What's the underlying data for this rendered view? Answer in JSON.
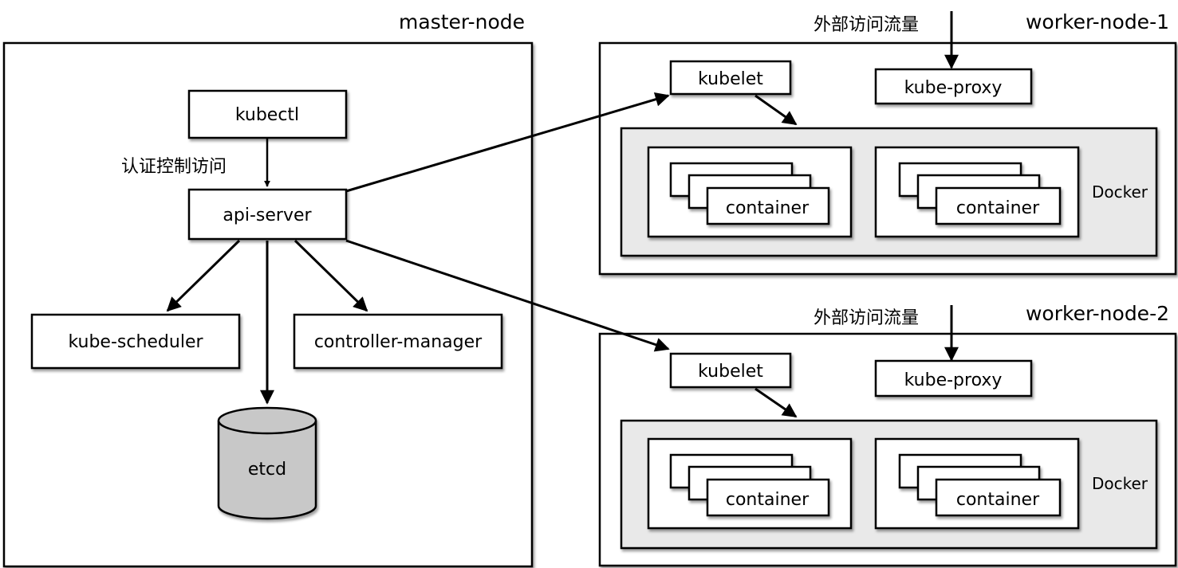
{
  "master": {
    "title": "master-node",
    "kubectl": "kubectl",
    "auth_label": "认证控制访问",
    "api_server": "api-server",
    "scheduler": "kube-scheduler",
    "controller": "controller-manager",
    "etcd": "etcd"
  },
  "workers": [
    {
      "title": "worker-node-1",
      "kubelet": "kubelet",
      "kube_proxy": "kube-proxy",
      "traffic_label": "外部访问流量",
      "docker": "Docker",
      "pods": [
        {
          "container": "container"
        },
        {
          "container": "container"
        }
      ]
    },
    {
      "title": "worker-node-2",
      "kubelet": "kubelet",
      "kube_proxy": "kube-proxy",
      "traffic_label": "外部访问流量",
      "docker": "Docker",
      "pods": [
        {
          "container": "container"
        },
        {
          "container": "container"
        }
      ]
    }
  ],
  "colors": {
    "shadow": "#a8a8a8",
    "docker_fill": "#e9e9e9",
    "etcd_fill": "#c8c8c8",
    "stroke": "#000000"
  }
}
